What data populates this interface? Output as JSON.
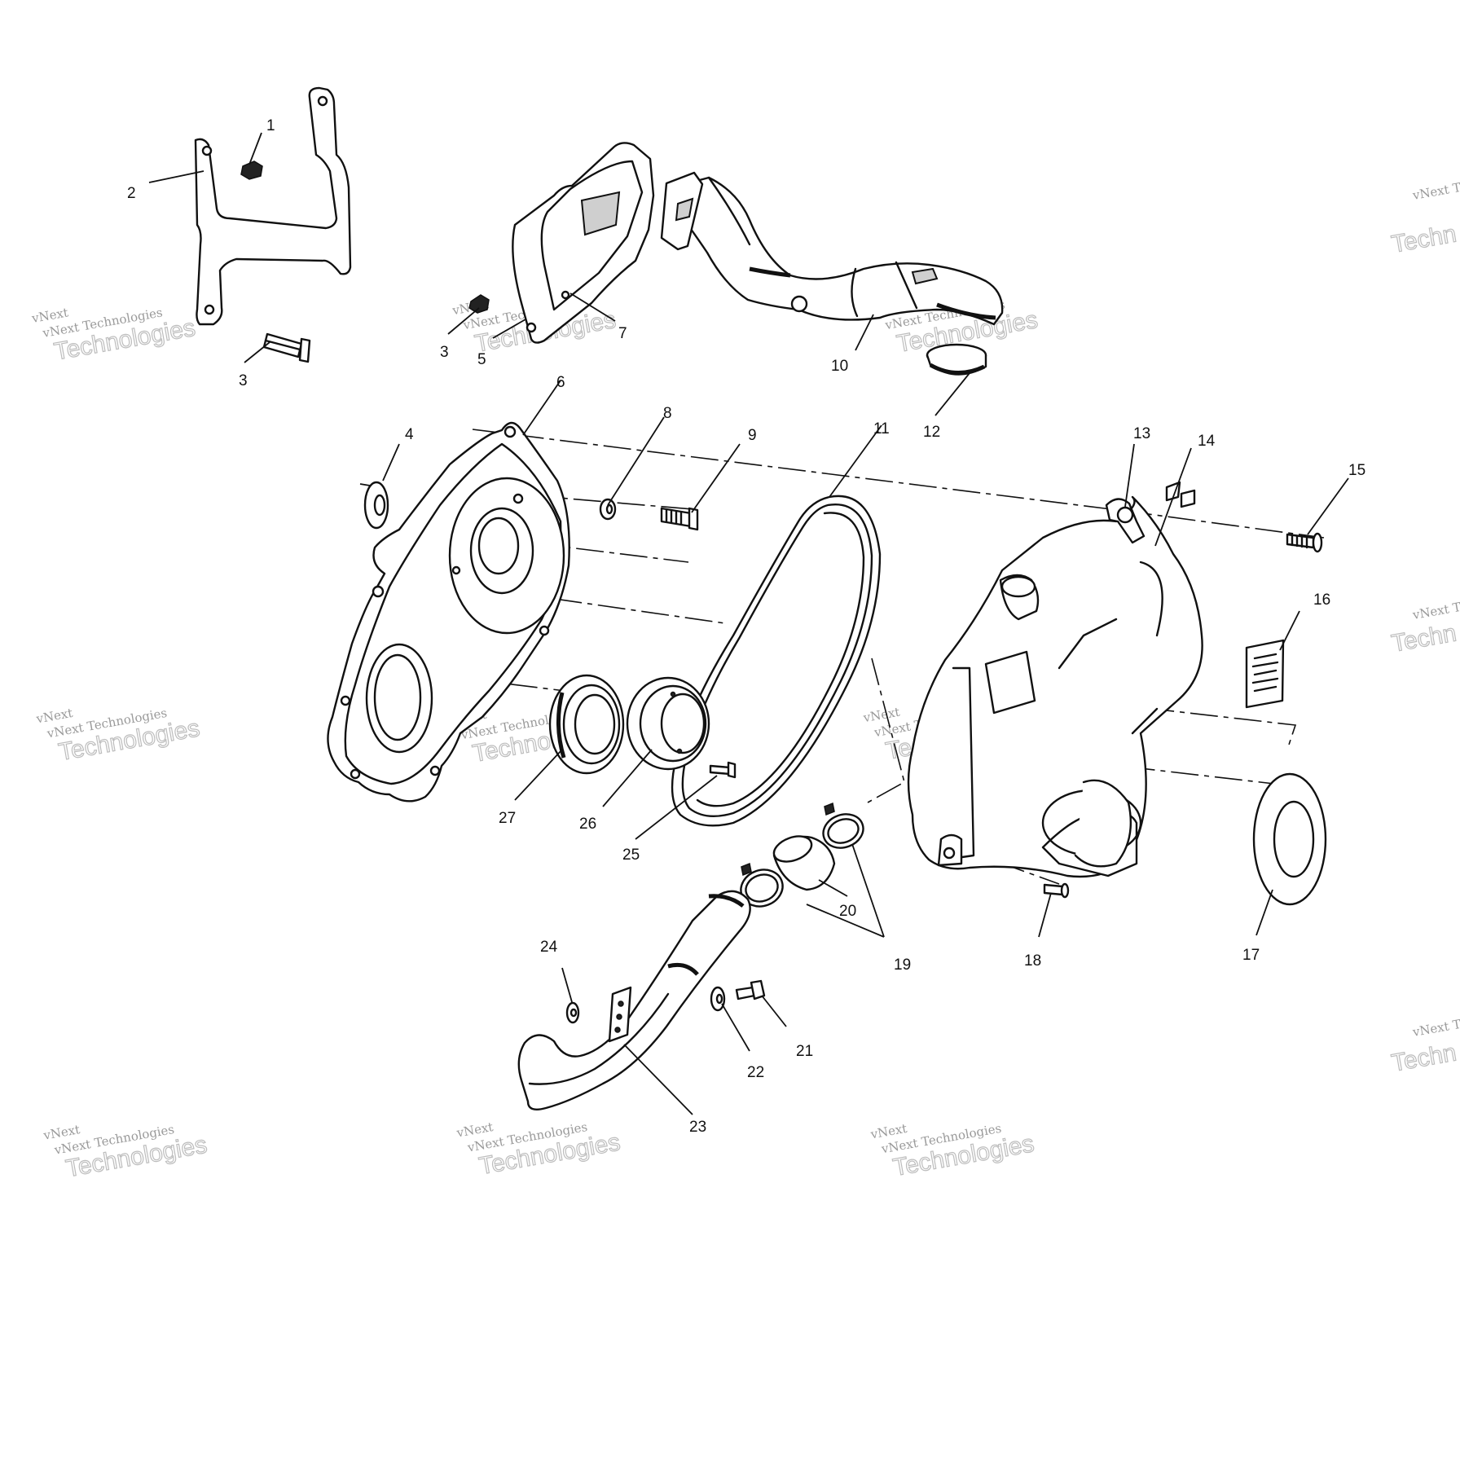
{
  "callouts": {
    "c1": "1",
    "c2": "2",
    "c3a": "3",
    "c3b": "3",
    "c4": "4",
    "c5": "5",
    "c6": "6",
    "c7": "7",
    "c8": "8",
    "c9": "9",
    "c10": "10",
    "c11": "11",
    "c12": "12",
    "c13": "13",
    "c14": "14",
    "c15": "15",
    "c16": "16",
    "c17": "17",
    "c18": "18",
    "c19": "19",
    "c20": "20",
    "c21": "21",
    "c22": "22",
    "c23": "23",
    "c24": "24",
    "c25": "25",
    "c26": "26",
    "c27": "27"
  },
  "watermark": {
    "line_small": "vNext Technologies",
    "line_large": "Technologies",
    "fragment_v": "vNext",
    "fragment_right_small": "vNext T",
    "fragment_right_large": "Techn"
  }
}
